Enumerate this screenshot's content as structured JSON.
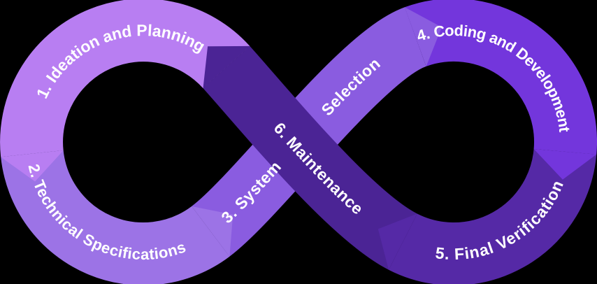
{
  "diagram": {
    "name": "software-development-lifecycle-infinity-loop",
    "background": "#000000",
    "text_color": "#ffffff",
    "segments": [
      {
        "id": "ideation-planning",
        "label": "1. Ideation and Planning",
        "color": "#b87ef2"
      },
      {
        "id": "technical-specifications",
        "label": "2. Technical Specifications",
        "color": "#9c73e6"
      },
      {
        "id": "system-selection",
        "label": "3. System Selection",
        "label_start": "3. System",
        "label_end": "Selection",
        "color": "#8a5ce0"
      },
      {
        "id": "coding-development",
        "label": "4. Coding and Development",
        "color": "#7336dc"
      },
      {
        "id": "final-verification",
        "label": "5. Final Verification",
        "color": "#5529a6"
      },
      {
        "id": "maintenance",
        "label": "6. Maintenance",
        "color": "#4b2495"
      }
    ]
  }
}
